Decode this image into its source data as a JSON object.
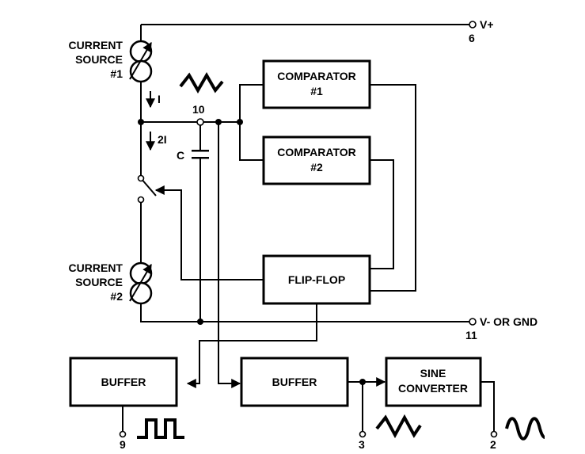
{
  "blocks": {
    "comparator1": [
      "COMPARATOR",
      "#1"
    ],
    "comparator2": [
      "COMPARATOR",
      "#2"
    ],
    "flipflop": "FLIP-FLOP",
    "buffer_left": "BUFFER",
    "buffer_right": "BUFFER",
    "sine_converter": [
      "SINE",
      "CONVERTER"
    ]
  },
  "sources": {
    "source1": [
      "CURRENT",
      "SOURCE",
      "#1"
    ],
    "source2": [
      "CURRENT",
      "SOURCE",
      "#2"
    ]
  },
  "labels": {
    "current_i": "I",
    "current_2i": "2I",
    "capacitor": "C",
    "pin10": "10"
  },
  "pins": {
    "vplus": {
      "name": "V+",
      "number": "6"
    },
    "vminus": {
      "name": "V- OR GND",
      "number": "11"
    },
    "square_out": "9",
    "triangle_out": "3",
    "sine_out": "2"
  },
  "waveforms": {
    "node10": "triangle",
    "pin9": "square",
    "pin3": "triangle",
    "pin2": "sine"
  }
}
